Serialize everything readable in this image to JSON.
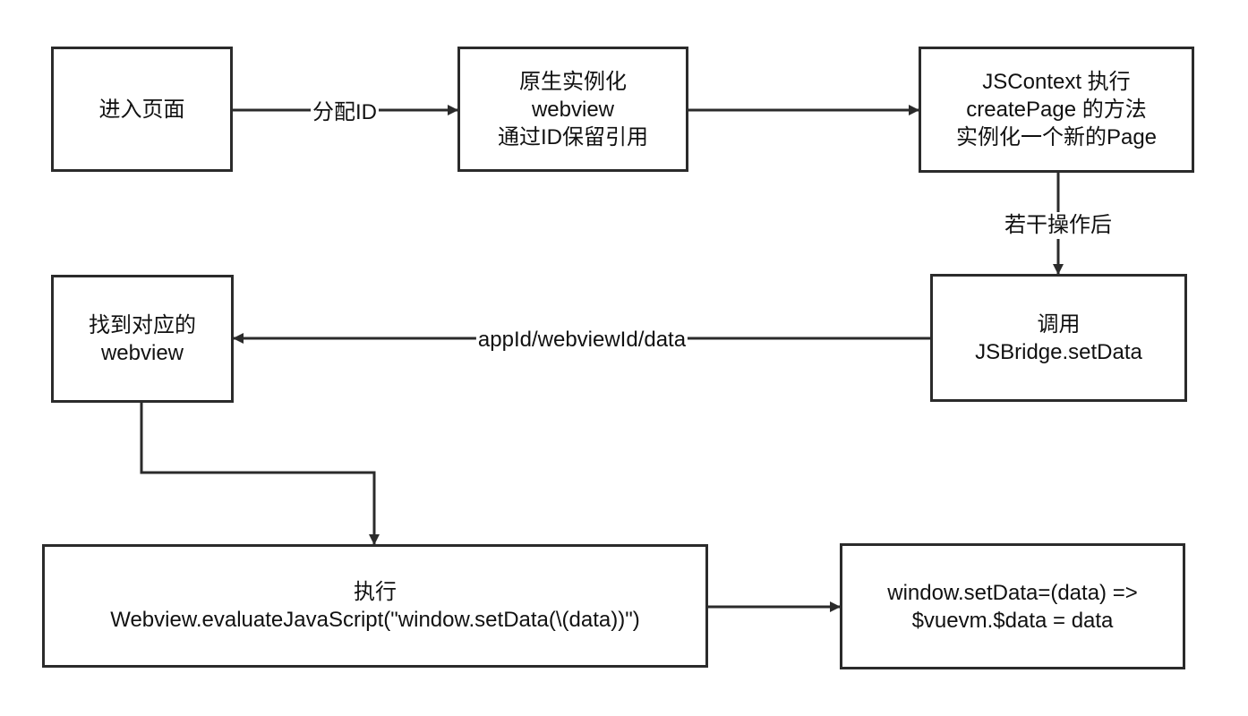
{
  "nodes": {
    "enter_page": {
      "lines": [
        "进入页面"
      ]
    },
    "native_instantiate": {
      "lines": [
        "原生实例化",
        "webview",
        "通过ID保留引用"
      ]
    },
    "jscontext_create": {
      "lines": [
        "JSContext 执行",
        "createPage 的方法",
        "实例化一个新的Page"
      ]
    },
    "call_setdata": {
      "lines": [
        "调用",
        "JSBridge.setData"
      ]
    },
    "find_webview": {
      "lines": [
        "找到对应的",
        "webview"
      ]
    },
    "evaluate_js": {
      "lines": [
        "执行",
        "Webview.evaluateJavaScript(\"window.setData(\\(data))\")"
      ]
    },
    "window_setdata": {
      "lines": [
        "window.setData=(data) =>",
        "$vuevm.$data = data"
      ]
    }
  },
  "edges": {
    "assign_id": "分配ID",
    "after_ops": "若干操作后",
    "params": "appId/webviewId/data"
  },
  "colors": {
    "stroke": "#2b2b2b",
    "text": "#111111",
    "background": "#ffffff"
  }
}
